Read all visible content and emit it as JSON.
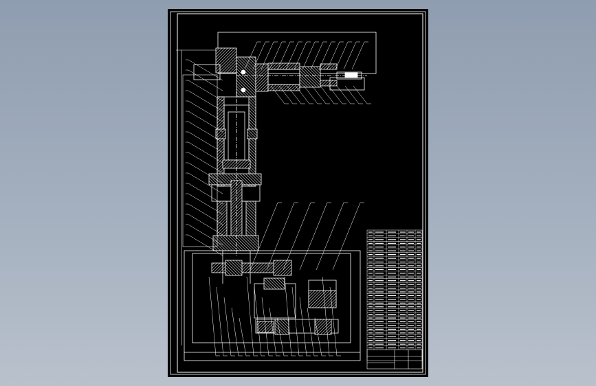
{
  "viewer": {
    "background_top": "#8f9db0",
    "background_bottom": "#b9c1cc"
  },
  "drawing": {
    "sheet_color": "#000000",
    "line_color": "#ffffff",
    "hatch_color": "#cfcfcf",
    "leader_count_top_row": 14,
    "leader_count_bottom_row_upper": 11,
    "leader_count_left_column": 18,
    "leader_count_bottom_row": 17,
    "leader_count_gearbox_top": 6,
    "bom_rows": 32,
    "bom_columns": 6
  }
}
